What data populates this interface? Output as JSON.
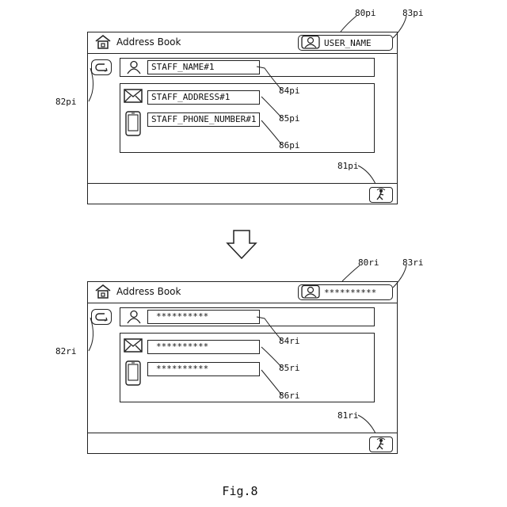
{
  "top_screen": {
    "title": "Address Book",
    "user_name": "USER_NAME",
    "staff_name": "STAFF_NAME#1",
    "staff_address": "STAFF_ADDRESS#1",
    "staff_phone": "STAFF_PHONE_NUMBER#1",
    "refs": {
      "screen": "80pi",
      "exit_button": "81pi",
      "back_button": "82pi",
      "user_field": "83pi",
      "name_field": "84pi",
      "address_field": "85pi",
      "phone_field": "86pi"
    }
  },
  "bottom_screen": {
    "title": "Address Book",
    "user_name": "**********",
    "staff_name": "**********",
    "staff_address": "**********",
    "staff_phone": "**********",
    "refs": {
      "screen": "80ri",
      "exit_button": "81ri",
      "back_button": "82ri",
      "user_field": "83ri",
      "name_field": "84ri",
      "address_field": "85ri",
      "phone_field": "86ri"
    }
  },
  "figure_caption": "Fig.8",
  "icons": [
    "home-icon",
    "user-icon",
    "back-arrow-icon",
    "envelope-icon",
    "phone-icon",
    "exit-icon",
    "down-arrow-icon"
  ]
}
